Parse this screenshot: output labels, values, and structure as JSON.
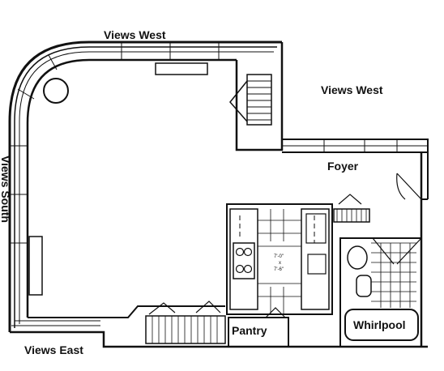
{
  "labels": {
    "views_west_top": "Views West",
    "views_west_right": "Views West",
    "views_south": "Views South",
    "views_east": "Views East",
    "foyer": "Foyer",
    "pantry": "Pantry",
    "whirlpool": "Whirlpool",
    "kitchen_dim_1": "7'-0\"",
    "kitchen_dim_x": "x",
    "kitchen_dim_2": "7'-6\""
  }
}
